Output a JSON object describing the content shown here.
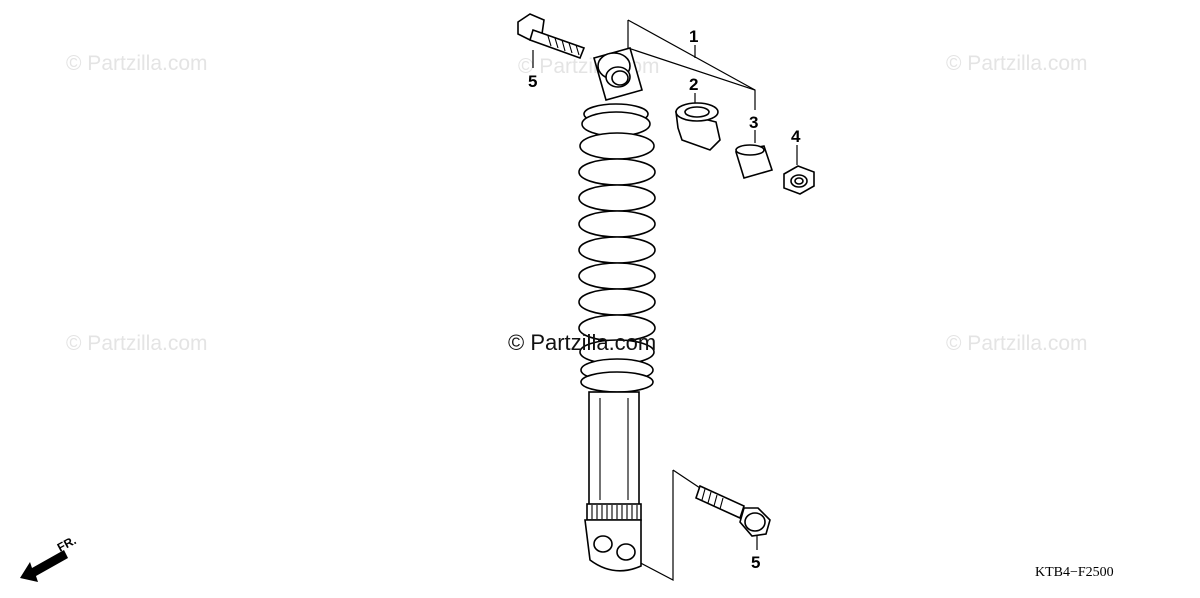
{
  "watermark": "© Partzilla.com",
  "diagram_code": "KTB4−F2500",
  "front_indicator": "FR.",
  "callouts": {
    "c1": "1",
    "c2": "2",
    "c3": "3",
    "c4": "4",
    "c5_top": "5",
    "c5_bottom": "5"
  }
}
